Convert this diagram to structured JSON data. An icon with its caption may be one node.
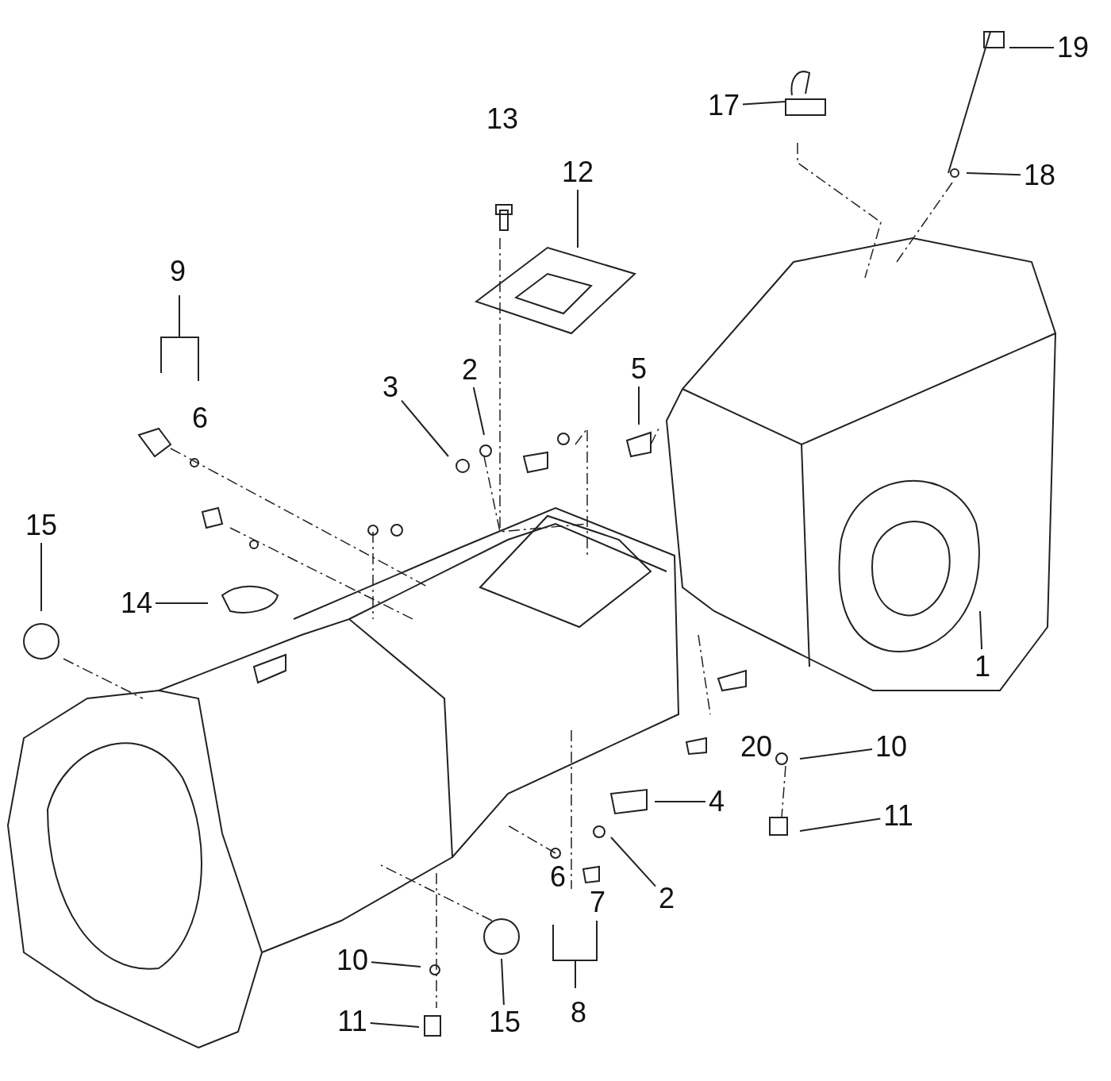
{
  "diagram": {
    "nodes": [
      {
        "text": [
          "19"
        ]
      },
      {
        "text": [
          "17"
        ]
      },
      {
        "text": [
          "12"
        ]
      },
      {
        "text": [
          "18"
        ]
      },
      {
        "text": [
          "3"
        ]
      },
      {
        "text": [
          "2"
        ]
      },
      {
        "text": [
          "5"
        ]
      },
      {
        "text": [
          "15"
        ]
      },
      {
        "text": [
          "14"
        ]
      },
      {
        "text": [
          "1"
        ]
      },
      {
        "text": [
          "10"
        ]
      },
      {
        "text": [
          "4"
        ]
      },
      {
        "text": [
          "11"
        ]
      },
      {
        "text": [
          "2"
        ]
      },
      {
        "text": [
          "10"
        ]
      },
      {
        "text": [
          "15"
        ]
      },
      {
        "text": [
          "11"
        ]
      }
    ],
    "edges": [
      {
        "from": 0,
        "to": null,
        "arrow": "none"
      },
      {
        "from": 1,
        "to": null,
        "arrow": "none"
      },
      {
        "from": 2,
        "to": null,
        "arrow": "none"
      },
      {
        "from": 3,
        "to": null,
        "arrow": "none"
      },
      {
        "from": 4,
        "to": null,
        "arrow": "none"
      },
      {
        "from": 5,
        "to": null,
        "arrow": "none"
      },
      {
        "from": 6,
        "to": null,
        "arrow": "none"
      },
      {
        "from": 7,
        "to": null,
        "arrow": "none"
      },
      {
        "from": 8,
        "to": null,
        "arrow": "none"
      },
      {
        "from": 9,
        "to": null,
        "arrow": "none"
      },
      {
        "from": 10,
        "to": null,
        "arrow": "none"
      },
      {
        "from": 11,
        "to": null,
        "arrow": "none"
      },
      {
        "from": 12,
        "to": null,
        "arrow": "none"
      },
      {
        "from": 13,
        "to": null,
        "arrow": "none"
      },
      {
        "from": 14,
        "to": null,
        "arrow": "none"
      },
      {
        "from": 15,
        "to": null,
        "arrow": "none"
      },
      {
        "from": 16,
        "to": null,
        "arrow": "none"
      }
    ],
    "labels": [
      "13",
      "9",
      "6",
      "20",
      "6",
      "7",
      "8"
    ]
  }
}
